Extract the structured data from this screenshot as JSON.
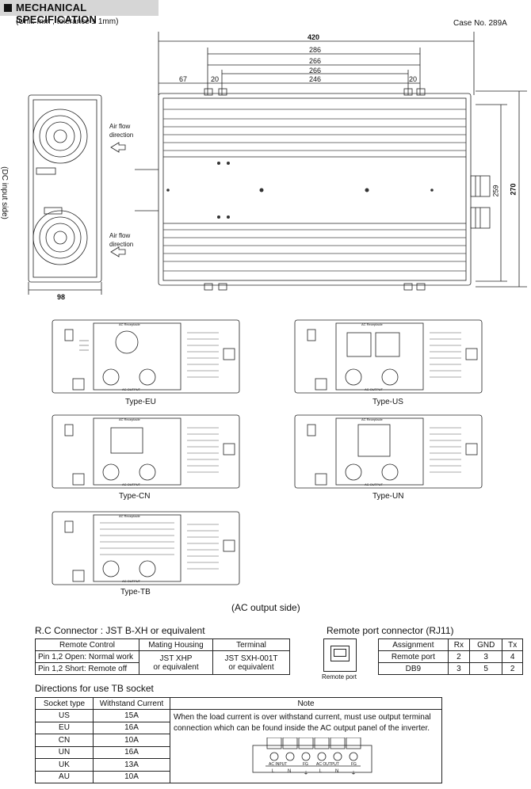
{
  "header": {
    "title": "MECHANICAL SPECIFICATION"
  },
  "unit_note": "(Unit: mm , tolerance ± 1mm)",
  "case_no": "Case No. 289A",
  "dims": {
    "d420": "420",
    "d286": "286",
    "d266a": "266",
    "d266b": "266",
    "d67": "67",
    "d20a": "20",
    "d246": "246",
    "d20b": "20",
    "d259": "259",
    "d270": "270",
    "d98": "98"
  },
  "side_labels": {
    "dc_input": "(DC input side)",
    "air_flow_top": "Air flow\ndirection",
    "air_flow_bottom": "Air flow\ndirection"
  },
  "panels": {
    "ac_receptacle": "AC Receptacle",
    "ac_output": "AC OUTPUT",
    "types": [
      "Type-EU",
      "Type-US",
      "Type-CN",
      "Type-UN",
      "Type-TB"
    ]
  },
  "ac_output_side": "(AC output side)",
  "rc_connector": {
    "title": "R.C Connector : JST B-XH or equivalent",
    "headers": [
      "Remote Control",
      "Mating Housing",
      "Terminal"
    ],
    "rows": [
      [
        "Pin 1,2  Open: Normal work"
      ],
      [
        "Pin 1,2  Short: Remote off"
      ]
    ],
    "housing": "JST XHP\nor equivalent",
    "terminal": "JST SXH-001T\nor equivalent"
  },
  "remote_port": {
    "title": "Remote port connector (RJ11)",
    "icon_label": "Remote port",
    "headers": [
      "Assignment",
      "Rx",
      "GND",
      "Tx"
    ],
    "rows": [
      [
        "Remote port",
        "2",
        "3",
        "4"
      ],
      [
        "DB9",
        "3",
        "5",
        "2"
      ]
    ]
  },
  "tb_socket": {
    "title": "Directions for use TB socket",
    "headers": [
      "Socket type",
      "Withstand Current",
      "Note"
    ],
    "rows": [
      [
        "US",
        "15A"
      ],
      [
        "EU",
        "16A"
      ],
      [
        "CN",
        "10A"
      ],
      [
        "UN",
        "16A"
      ],
      [
        "UK",
        "13A"
      ],
      [
        "AU",
        "10A"
      ]
    ],
    "note": "When the load current is over withstand current, must use output terminal connection which can be found inside the AC output panel of the inverter.",
    "terminal_labels": [
      "AC INPUT",
      "FG",
      "AC OUTPUT",
      "FG"
    ],
    "pin_labels": [
      "L",
      "N",
      "⏚",
      "L",
      "N",
      "⏚"
    ]
  }
}
